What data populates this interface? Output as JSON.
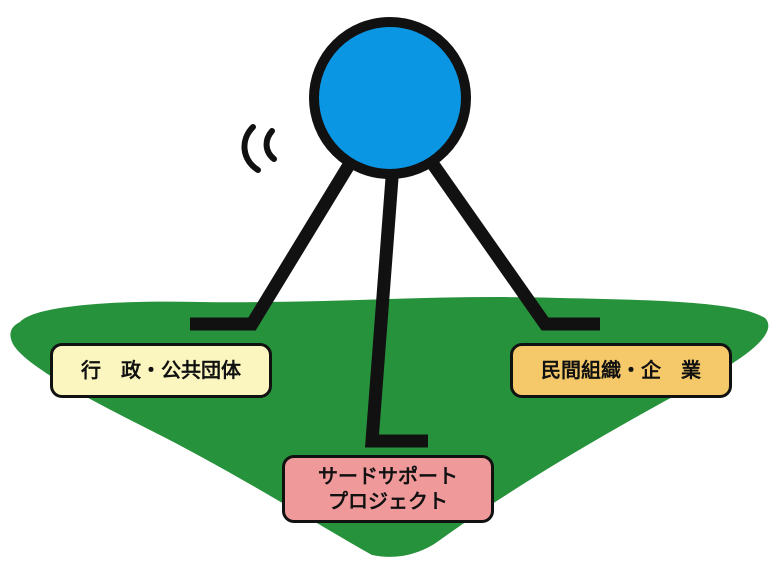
{
  "diagram": {
    "nodes": [
      {
        "id": "gov",
        "label": "行　政・公共団体",
        "color": "#fbf6bf"
      },
      {
        "id": "private",
        "label": "民間組織・企　業",
        "color": "#f5c96a"
      },
      {
        "id": "third",
        "lines": [
          "サードサポート",
          "プロジェクト"
        ],
        "color": "#f0999a"
      }
    ],
    "hub": {
      "color": "#0a96e3"
    },
    "ground": {
      "color": "#27923c"
    }
  }
}
